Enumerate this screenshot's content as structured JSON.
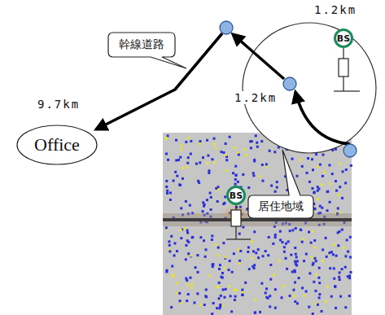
{
  "diagram": {
    "nodes": [
      {
        "text": [
          "BS"
        ]
      },
      {
        "text": [
          "幹線道路"
        ]
      },
      {
        "text": [
          "Office"
        ]
      },
      {
        "text": [
          "BS"
        ]
      },
      {
        "text": [
          "居住地域"
        ]
      }
    ],
    "labels": [
      "1.2km",
      "1.2km",
      "9.7km"
    ]
  }
}
